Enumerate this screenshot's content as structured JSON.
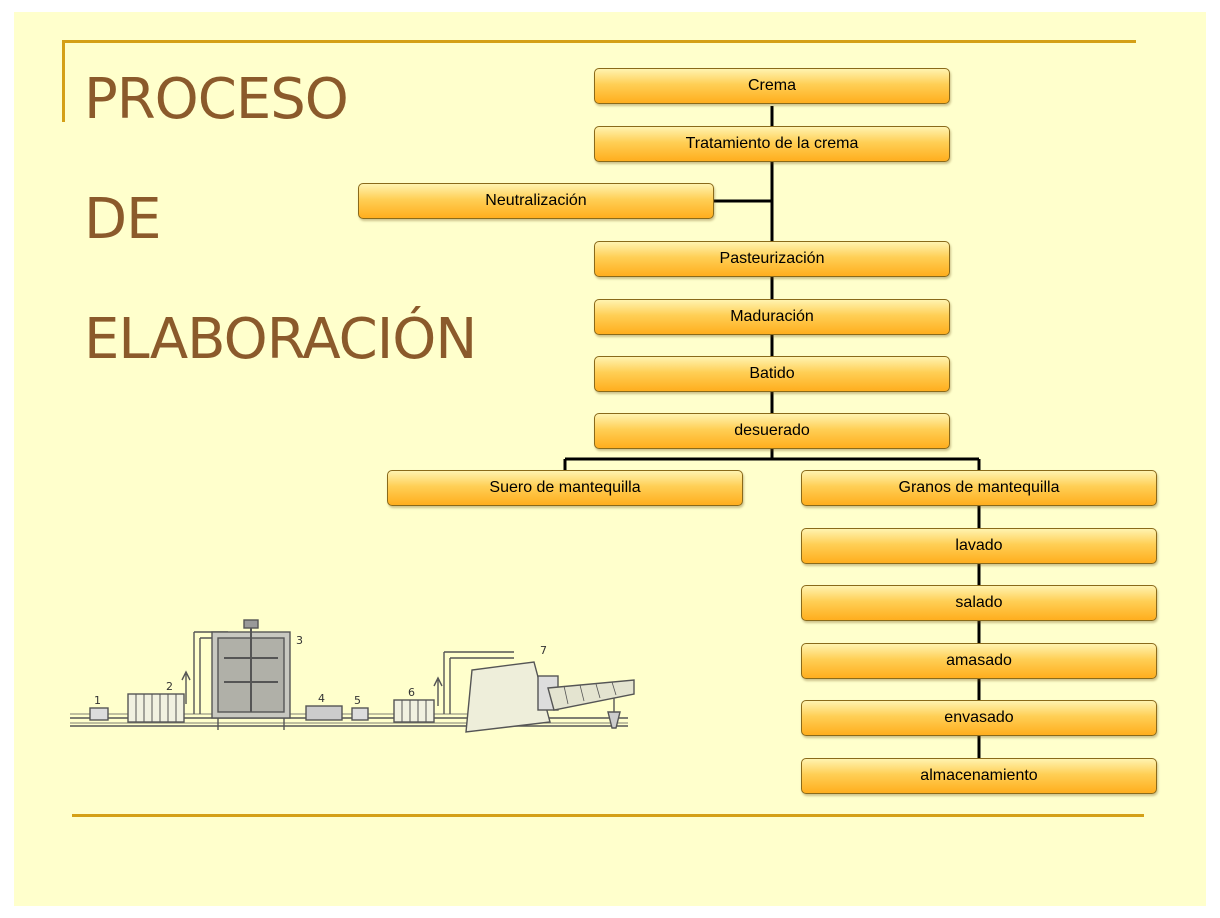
{
  "title": {
    "line1": "PROCESO",
    "line2": "DE",
    "line3": "ELABORACIÓN"
  },
  "flow": {
    "crema": "Crema",
    "tratamiento": "Tratamiento de la crema",
    "neutralizacion": "Neutralización",
    "pasteurizacion": "Pasteurización",
    "maduracion": "Maduración",
    "batido": "Batido",
    "desuerado": "desuerado",
    "suero": "Suero de mantequilla",
    "granos": "Granos de mantequilla",
    "lavado": "lavado",
    "salado": "salado",
    "amasado": "amasado",
    "envasado": "envasado",
    "almacenamiento": "almacenamiento"
  },
  "illustration": {
    "labels": [
      "1",
      "2",
      "3",
      "4",
      "5",
      "6",
      "7"
    ]
  },
  "colors": {
    "title": "#8b5a2b",
    "rule": "#d4a017",
    "background": "#ffffcc",
    "box_top": "#fff3b0",
    "box_bottom": "#ffae1e"
  }
}
